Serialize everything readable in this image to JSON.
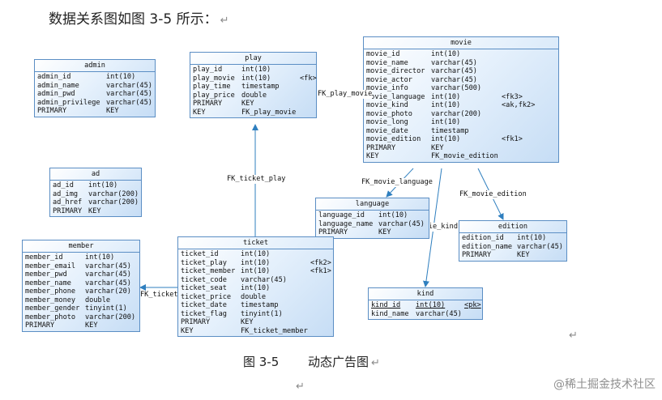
{
  "heading": "数据关系图如图 3-5 所示：",
  "return_mark": "↵",
  "tables": [
    {
      "key": "admin",
      "title": "admin",
      "rows": [
        [
          "admin_id",
          "int(10)",
          ""
        ],
        [
          "admin_name",
          "varchar(45)",
          ""
        ],
        [
          "admin_pwd",
          "varchar(45)",
          ""
        ],
        [
          "admin_privilege",
          "varchar(45)",
          ""
        ],
        [
          "PRIMARY",
          "KEY",
          ""
        ]
      ]
    },
    {
      "key": "play",
      "title": "play",
      "rows": [
        [
          "play_id",
          "int(10)",
          ""
        ],
        [
          "play_movie",
          "int(10)",
          "<fk>"
        ],
        [
          "play_time",
          "timestamp",
          ""
        ],
        [
          "play_price",
          "double",
          ""
        ],
        [
          "PRIMARY",
          "KEY",
          ""
        ],
        [
          "KEY",
          "FK_play_movie",
          ""
        ]
      ]
    },
    {
      "key": "movie",
      "title": "movie",
      "rows": [
        [
          "movie_id",
          "int(10)",
          ""
        ],
        [
          "movie_name",
          "varchar(45)",
          ""
        ],
        [
          "movie_director",
          "varchar(45)",
          ""
        ],
        [
          "movie_actor",
          "varchar(45)",
          ""
        ],
        [
          "movie_info",
          "varchar(500)",
          ""
        ],
        [
          "movie_language",
          "int(10)",
          "<fk3>"
        ],
        [
          "movie_kind",
          "int(10)",
          "<ak,fk2>"
        ],
        [
          "movie_photo",
          "varchar(200)",
          ""
        ],
        [
          "movie_long",
          "int(10)",
          ""
        ],
        [
          "movie_date",
          "timestamp",
          ""
        ],
        [
          "movie_edition",
          "int(10)",
          "<fk1>"
        ],
        [
          "PRIMARY",
          "KEY",
          ""
        ],
        [
          "KEY",
          "FK_movie_edition",
          ""
        ]
      ]
    },
    {
      "key": "ad",
      "title": "ad",
      "rows": [
        [
          "ad_id",
          "int(10)",
          ""
        ],
        [
          "ad_img",
          "varchar(200)",
          ""
        ],
        [
          "ad_href",
          "varchar(200)",
          ""
        ],
        [
          "PRIMARY",
          "KEY",
          ""
        ]
      ]
    },
    {
      "key": "language",
      "title": "language",
      "rows": [
        [
          "language_id",
          "int(10)",
          ""
        ],
        [
          "language_name",
          "varchar(45)",
          ""
        ],
        [
          "PRIMARY",
          "KEY",
          ""
        ]
      ]
    },
    {
      "key": "edition",
      "title": "edition",
      "rows": [
        [
          "edition_id",
          "int(10)",
          ""
        ],
        [
          "edition_name",
          "varchar(45)",
          ""
        ],
        [
          "PRIMARY",
          "KEY",
          ""
        ]
      ]
    },
    {
      "key": "member",
      "title": "member",
      "rows": [
        [
          "member_id",
          "int(10)",
          ""
        ],
        [
          "member_email",
          "varchar(45)",
          ""
        ],
        [
          "member_pwd",
          "varchar(45)",
          ""
        ],
        [
          "member_name",
          "varchar(45)",
          ""
        ],
        [
          "member_phone",
          "varchar(20)",
          ""
        ],
        [
          "member_money",
          "double",
          ""
        ],
        [
          "member_gender",
          "tinyint(1)",
          ""
        ],
        [
          "member_photo",
          "varchar(200)",
          ""
        ],
        [
          "PRIMARY",
          "KEY",
          ""
        ]
      ]
    },
    {
      "key": "ticket",
      "title": "ticket",
      "rows": [
        [
          "ticket_id",
          "int(10)",
          ""
        ],
        [
          "ticket_play",
          "int(10)",
          "<fk2>"
        ],
        [
          "ticket_member",
          "int(10)",
          "<fk1>"
        ],
        [
          "ticket_code",
          "varchar(45)",
          ""
        ],
        [
          "ticket_seat",
          "int(10)",
          ""
        ],
        [
          "ticket_price",
          "double",
          ""
        ],
        [
          "ticket_date",
          "timestamp",
          ""
        ],
        [
          "ticket_flag",
          "tinyint(1)",
          ""
        ],
        [
          "PRIMARY",
          "KEY",
          ""
        ],
        [
          "KEY",
          "FK_ticket_member",
          ""
        ]
      ]
    },
    {
      "key": "kind",
      "title": "kind",
      "rows": [
        [
          "kind_id",
          "int(10)",
          "<pk>"
        ],
        [
          "kind_name",
          "varchar(45)",
          ""
        ]
      ]
    }
  ],
  "relations": {
    "fk_play_movie": "FK_play_movie",
    "fk_ticket_play": "FK_ticket_play",
    "fk_movie_language": "FK_movie_language",
    "fk_movie_edition": "FK_movie_edition",
    "fk_movie_kind": "FK_movie_kind",
    "fk_ticket_member": "FK_ticket_member"
  },
  "caption": {
    "figure": "图 3-5",
    "text": "动态广告图"
  },
  "watermark": "@稀土掘金技术社区"
}
